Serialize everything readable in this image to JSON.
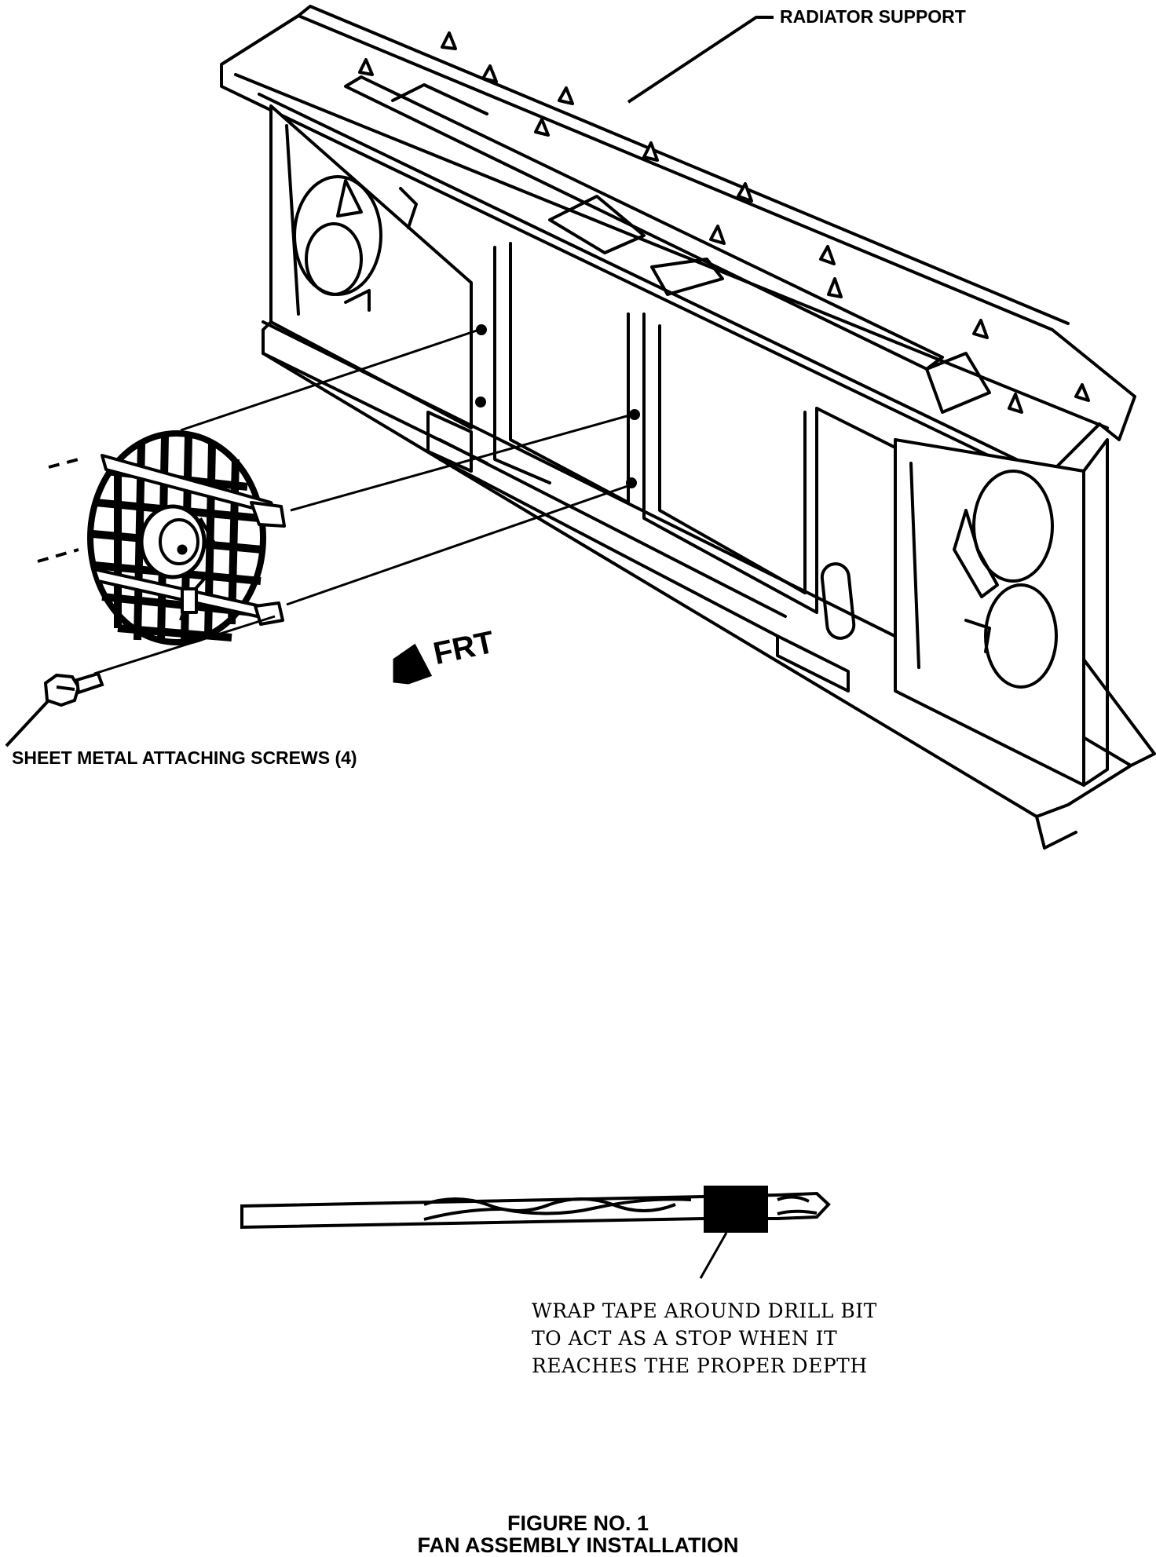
{
  "labels": {
    "radiator_support": "RADIATOR SUPPORT",
    "screws": "SHEET METAL ATTACHING SCREWS (4)",
    "front": "FRT"
  },
  "tape_note": {
    "line1": "WRAP TAPE AROUND DRILL BIT",
    "line2": "TO ACT AS A STOP WHEN IT",
    "line3": "REACHES THE PROPER DEPTH"
  },
  "caption": {
    "line1": "FIGURE NO. 1",
    "line2": "FAN ASSEMBLY INSTALLATION"
  },
  "colors": {
    "ink": "#000000",
    "paper": "#ffffff"
  }
}
